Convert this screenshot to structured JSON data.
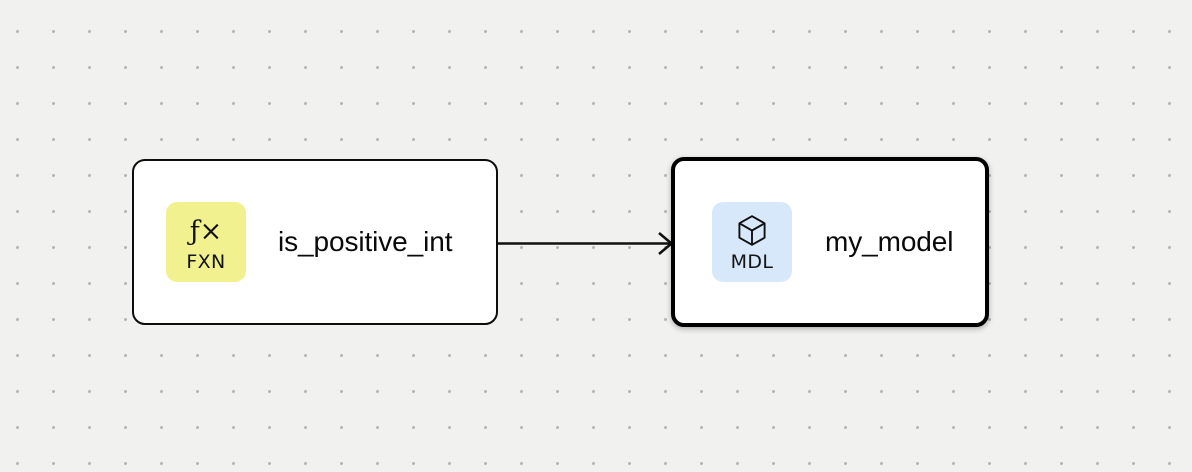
{
  "canvas": {
    "background_color": "#f1f1f0",
    "dot_color": "#b6b6b6",
    "dot_spacing": 36
  },
  "nodes": [
    {
      "id": "fxn",
      "title": "is_positive_int",
      "badge": {
        "glyph": "ƒ×",
        "glyph_icon_name": "function-fx-icon",
        "caption": "FXN",
        "background_color": "#f1f190"
      },
      "selected": false,
      "border_color": "#0d0d0d"
    },
    {
      "id": "mdl",
      "title": "my_model",
      "badge": {
        "glyph": "",
        "glyph_icon_name": "cube-box-icon",
        "caption": "MDL",
        "background_color": "#d8e8fb"
      },
      "selected": true,
      "border_color": "#000000"
    }
  ],
  "edges": [
    {
      "id": "fxn-to-mdl",
      "source": "fxn",
      "target": "mdl",
      "color": "#111111",
      "arrowhead": "open-arrow"
    }
  ]
}
